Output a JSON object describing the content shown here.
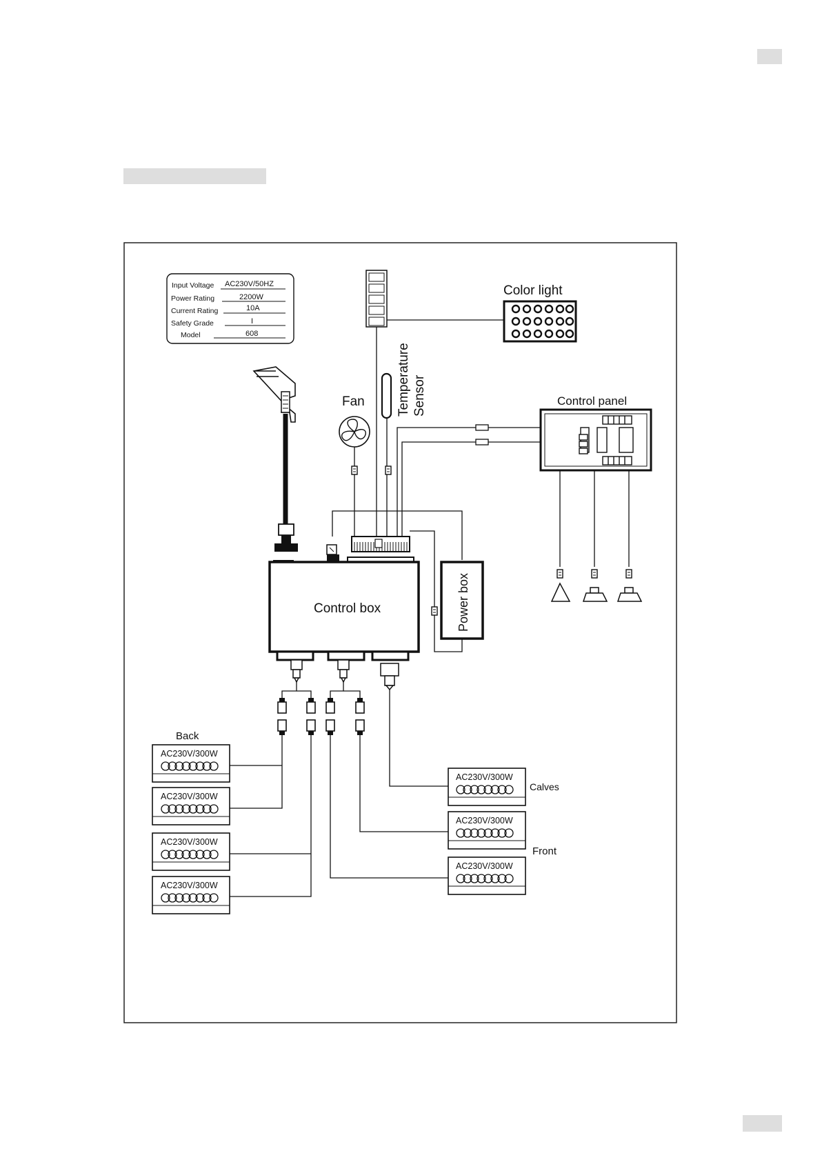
{
  "spec_plate": {
    "rows": [
      {
        "label": "Input Voltage",
        "value": "AC230V/50HZ"
      },
      {
        "label": "Power Rating",
        "value": "2200W"
      },
      {
        "label": "Current Rating",
        "value": "10A"
      },
      {
        "label": "Safety Grade",
        "value": "I"
      },
      {
        "label": "Model",
        "value": "608"
      }
    ]
  },
  "labels": {
    "color_light": "Color light",
    "fan": "Fan",
    "temperature": "Temperature",
    "sensor": "Sensor",
    "control_panel": "Control  panel",
    "control_box": "Control box",
    "power_box": "Power box",
    "back": "Back",
    "calves": "Calves",
    "front": "Front"
  },
  "heater_label": "AC230V/300W"
}
